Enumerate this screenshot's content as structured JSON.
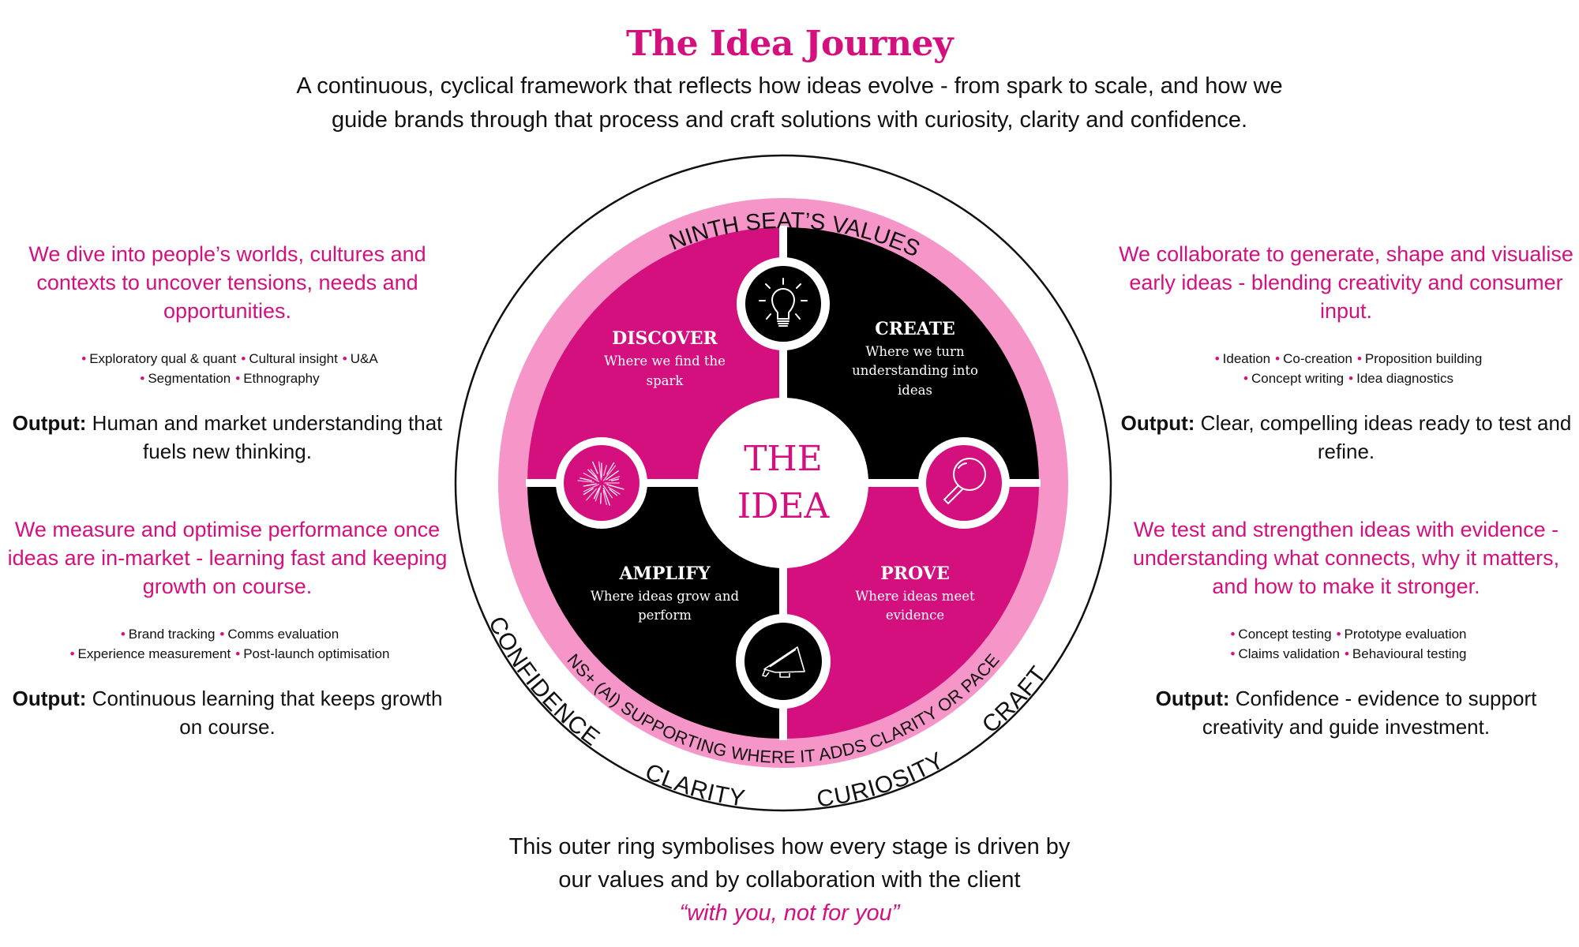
{
  "header": {
    "title": "The Idea Journey",
    "subtitle_line1": "A continuous, cyclical framework that reflects how ideas evolve - from spark to scale, and how we",
    "subtitle_line2": "guide brands through that process and craft solutions with curiosity, clarity and confidence."
  },
  "colors": {
    "magenta": "#D4107E",
    "light_pink": "#F595C8",
    "black": "#000000",
    "white": "#FFFFFF"
  },
  "wheel": {
    "outer_ring_label": "NINTH SEAT’S VALUES",
    "values": [
      "CONFIDENCE",
      "CLARITY",
      "CURIOSITY",
      "CRAFT"
    ],
    "inner_ring_label": "NS+ (AI) SUPPORTING WHERE IT ADDS CLARITY OR PACE",
    "center_line1": "THE",
    "center_line2": "IDEA",
    "quadrants": [
      {
        "id": "discover",
        "title": "DISCOVER",
        "sub_lines": [
          "Where we find the",
          "spark"
        ],
        "fill": "magenta",
        "icon": "sparkle-burst-icon"
      },
      {
        "id": "create",
        "title": "CREATE",
        "sub_lines": [
          "Where we turn",
          "understanding into",
          "ideas"
        ],
        "fill": "black",
        "icon": "lightbulb-icon"
      },
      {
        "id": "prove",
        "title": "PROVE",
        "sub_lines": [
          "Where ideas meet",
          "evidence"
        ],
        "fill": "magenta",
        "icon": "magnifying-glass-icon"
      },
      {
        "id": "amplify",
        "title": "AMPLIFY",
        "sub_lines": [
          "Where ideas grow and",
          "perform"
        ],
        "fill": "black",
        "icon": "megaphone-icon"
      }
    ]
  },
  "side_blocks": {
    "discover": {
      "description": "We dive into people’s worlds, cultures and contexts to uncover tensions, needs and opportunities.",
      "bullets_line1": [
        "Exploratory qual & quant",
        "Cultural insight",
        "U&A"
      ],
      "bullets_line2": [
        "Segmentation",
        "Ethnography"
      ],
      "output_label": "Output:",
      "output_text": "Human and market understanding that fuels new thinking."
    },
    "create": {
      "description": "We collaborate to generate, shape and visualise early ideas - blending creativity and consumer input.",
      "bullets_line1": [
        "Ideation",
        "Co-creation",
        "Proposition building"
      ],
      "bullets_line2": [
        "Concept writing",
        "Idea diagnostics"
      ],
      "output_label": "Output:",
      "output_text": "Clear, compelling ideas ready to test and refine."
    },
    "amplify": {
      "description": "We measure and optimise performance once ideas are in-market - learning fast and keeping growth on course.",
      "bullets_line1": [
        "Brand tracking",
        "Comms evaluation"
      ],
      "bullets_line2": [
        "Experience measurement",
        "Post-launch optimisation"
      ],
      "output_label": "Output:",
      "output_text": "Continuous learning that keeps growth on course."
    },
    "prove": {
      "description": "We test and strengthen ideas with evidence - understanding what connects, why it matters, and how to make it stronger.",
      "bullets_line1": [
        "Concept testing",
        "Prototype evaluation"
      ],
      "bullets_line2": [
        "Claims validation",
        "Behavioural testing"
      ],
      "output_label": "Output:",
      "output_text": "Confidence - evidence to support creativity and guide investment."
    }
  },
  "footer": {
    "line1": "This outer ring symbolises how every stage is driven by",
    "line2": "our values and by collaboration with the client",
    "quote": "“with you, not for you”"
  }
}
